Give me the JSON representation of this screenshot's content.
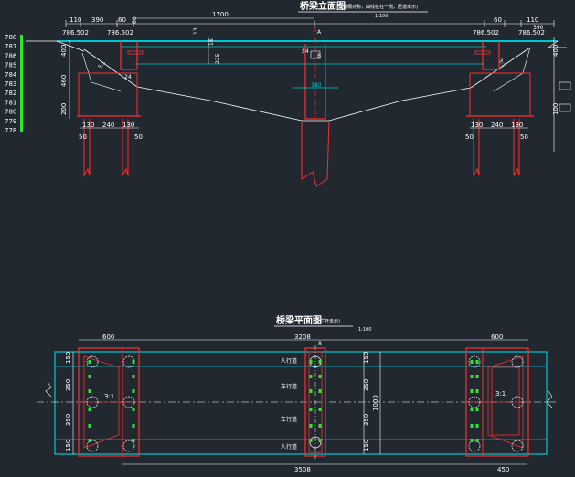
{
  "colors": {
    "background": "#212830",
    "deck": "#00c8d2",
    "structure": "#ff2d2d",
    "dimension": "#ffffff",
    "elevation_bar": "#2ee82e",
    "anchor": "#2ee82e"
  },
  "elevation": {
    "title": "桥梁立面图",
    "note": "(横隔对称，曲线桩柱一侧，匝道未示)",
    "scale": "1:100",
    "scale_labels": [
      "788",
      "787",
      "786",
      "785",
      "784",
      "783",
      "782",
      "781",
      "780",
      "779",
      "778"
    ],
    "dims": {
      "top_left": [
        "110",
        "390",
        "60",
        "60"
      ],
      "top_right": [
        "60",
        "110",
        "390"
      ],
      "span_half": "1700",
      "elev_left_a": "786.502",
      "elev_left_b": "786.502",
      "elev_right_a": "786.502",
      "elev_right_b": "786.502",
      "left_side": [
        "400",
        "460",
        "200"
      ],
      "right_side": [
        "400",
        "100"
      ],
      "h13": "13",
      "h16": "16",
      "h225": "225",
      "slope_left": "3:1",
      "slope_right": "3:1",
      "w24_left": "24",
      "w24_mid": "24",
      "center_mark": "180",
      "center_a": "A",
      "center_b": "B",
      "pier_left": [
        "130",
        "240",
        "130"
      ],
      "pier_right": [
        "130",
        "240",
        "130"
      ],
      "bottom_left": [
        "50",
        "50"
      ],
      "bottom_right": [
        "50",
        "50"
      ]
    }
  },
  "plan": {
    "title": "桥梁平面图",
    "note": "(栏杆未示)",
    "scale": "1:100",
    "dims": {
      "top_left": "600",
      "top_mid": "3208",
      "top_mid_b": "8",
      "top_right": "600",
      "left_vert": [
        "150",
        "350",
        "350",
        "150"
      ],
      "right_vert": [
        "150",
        "350",
        "350",
        "150"
      ],
      "right_total": "1000",
      "bottom_mid": "3508",
      "bottom_right": "450",
      "slope_left": "3:1",
      "slope_right": "3:1"
    },
    "lanes": [
      "人行道",
      "车行道",
      "车行道",
      "人行道"
    ]
  }
}
